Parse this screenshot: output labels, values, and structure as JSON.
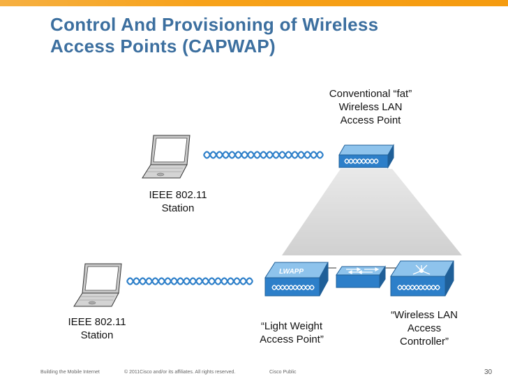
{
  "slide": {
    "title_line1": "Control And Provisioning of Wireless",
    "title_line2": "Access Points (CAPWAP)"
  },
  "labels": {
    "fat_ap": [
      "Conventional “fat”",
      "Wireless LAN",
      "Access Point"
    ],
    "station_top": [
      "IEEE 802.11",
      "Station"
    ],
    "station_bottom": [
      "IEEE 802.11",
      "Station"
    ],
    "lwap": [
      "“Light Weight",
      "Access Point”"
    ],
    "wlc": [
      "“Wireless LAN",
      "Access",
      "Controller”"
    ],
    "lwap_device_text": "LWAPP"
  },
  "footer": {
    "left": "Building the Mobile Internet",
    "copyright": "© 2011Cisco and/or its affiliates. All rights reserved.",
    "classification": "Cisco Public",
    "page_number": "30"
  },
  "colors": {
    "title": "#3c6f9f",
    "device_blue": "#2d7fc9",
    "device_dark": "#1f5f98",
    "trapezoid": "#d9d9d9",
    "accent_bar": "#f7a21a"
  },
  "icons": [
    "laptop-icon",
    "wireless-wave-icon",
    "access-point-icon",
    "switch-icon",
    "controller-icon"
  ]
}
